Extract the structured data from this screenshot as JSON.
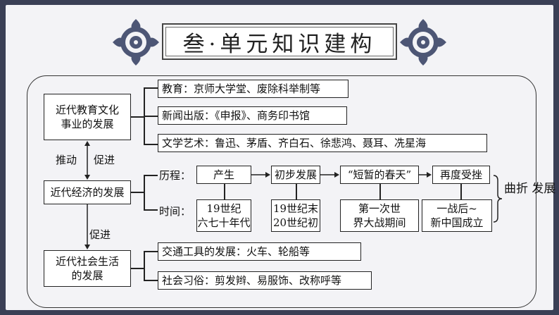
{
  "title": "叁·单元知识建构",
  "left": {
    "edu": "近代教育文化\n事业的发展",
    "econ": "近代经济的发展",
    "social": "近代社会生活\n的发展",
    "push": "推动",
    "promote1": "促进",
    "promote2": "促进"
  },
  "edu_items": [
    "教育：京师大学堂、废除科举制等",
    "新闻出版：《申报》、商务印书馆",
    "文学艺术：鲁迅、茅盾、齐白石、徐悲鸿、聂耳、冼星海"
  ],
  "econ": {
    "process_label": "历程：",
    "time_label": "时间：",
    "stages": [
      "产生",
      "初步发展",
      "“短暂的春天”",
      "再度受挫"
    ],
    "periods": [
      "19世纪\n六七十年代",
      "19世纪末\n20世纪初",
      "第一次世\n界大战期间",
      "一战后~\n新中国成立"
    ],
    "summary": "曲折\n发展"
  },
  "social_items": [
    "交通工具的发展：火车、轮船等",
    "社会习俗：剪发辫、易服饰、改称呼等"
  ]
}
